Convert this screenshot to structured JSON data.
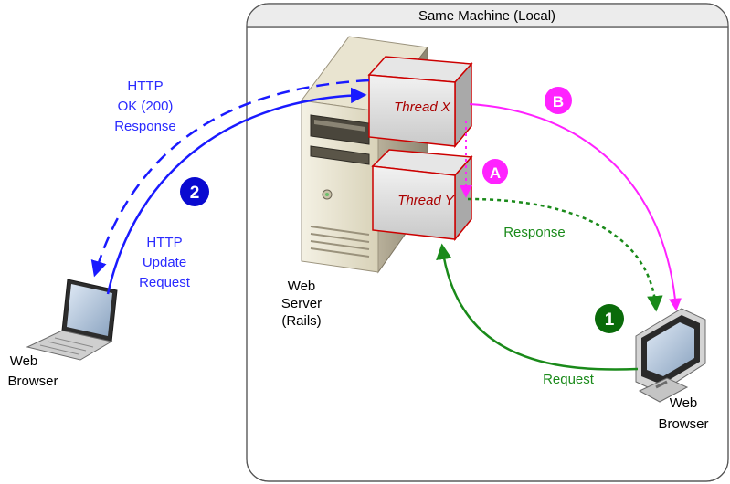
{
  "machine": {
    "title": "Same Machine (Local)"
  },
  "server": {
    "line1": "Web",
    "line2": "Server",
    "line3": "(Rails)"
  },
  "threads": {
    "x": "Thread X",
    "y": "Thread Y"
  },
  "laptop": {
    "line1": "Web",
    "line2": "Browser"
  },
  "desktop": {
    "line1": "Web",
    "line2": "Browser"
  },
  "labels": {
    "ok_line1": "HTTP",
    "ok_line2": "OK (200)",
    "ok_line3": "Response",
    "update_line1": "HTTP",
    "update_line2": "Update",
    "update_line3": "Request",
    "response": "Response",
    "request": "Request"
  },
  "badges": {
    "one": "1",
    "two": "2",
    "a": "A",
    "b": "B"
  },
  "colors": {
    "blue": "#1a1aff",
    "green": "#1a8a1a",
    "magenta": "#ff22ff",
    "thread_red": "#cc0000",
    "badge_green": "#0a6b0a",
    "badge_blue": "#0a0ad0"
  }
}
